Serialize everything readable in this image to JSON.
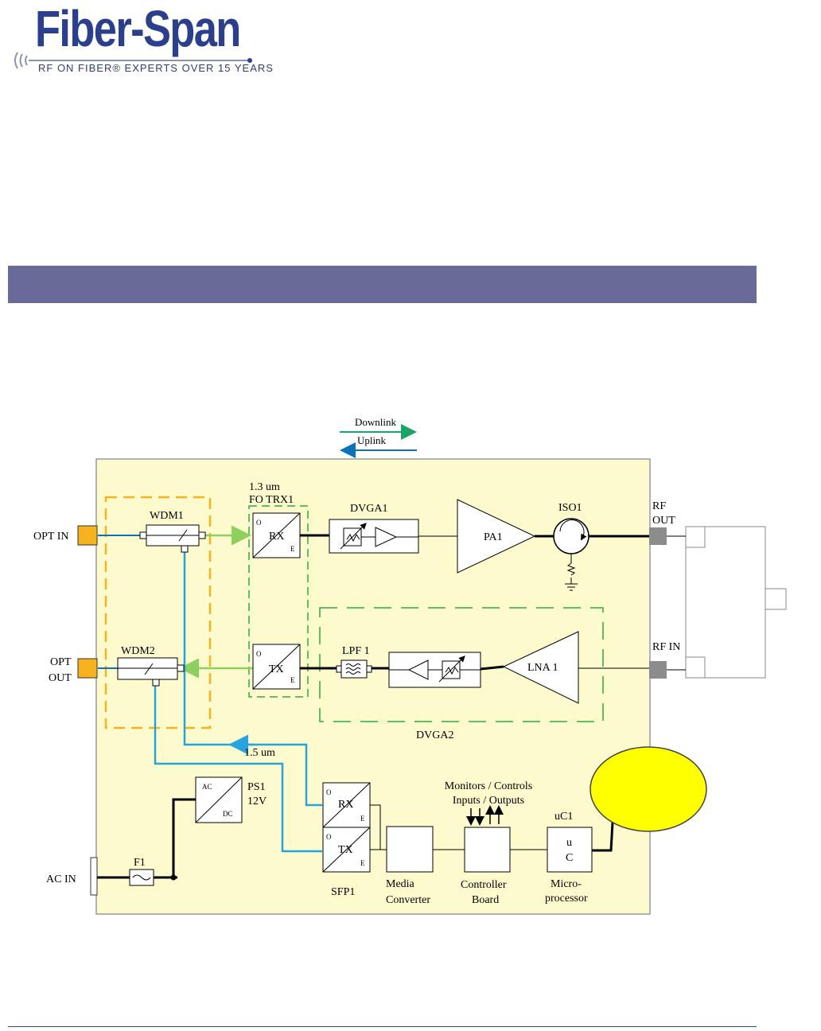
{
  "logo": {
    "title": "Fiber-Span",
    "tagline": "RF ON FIBER® EXPERTS OVER 15 YEARS"
  },
  "legend": {
    "downlink": "Downlink",
    "uplink": "Uplink"
  },
  "ports": {
    "opt_in": "OPT IN",
    "opt_out_line1": "OPT",
    "opt_out_line2": "OUT",
    "ac_in": "AC IN",
    "rf_out_line1": "RF",
    "rf_out_line2": "OUT",
    "rf_in": "RF IN"
  },
  "blocks": {
    "wdm1": "WDM1",
    "wdm2": "WDM2",
    "fo_trx_line1": "1.3 um",
    "fo_trx_line2": "FO TRX1",
    "rx": "RX",
    "tx": "TX",
    "o": "O",
    "e": "E",
    "dvga1": "DVGA1",
    "pa1": "PA1",
    "iso1": "ISO1",
    "lpf1": "LPF 1",
    "lna1": "LNA 1",
    "dvga2": "DVGA2",
    "wavelength_15": "1.5 um",
    "ps1_line1": "PS1",
    "ps1_line2": "12V",
    "ac": "AC",
    "dc": "DC",
    "f1": "F1",
    "sfp1": "SFP1",
    "media_line1": "Media",
    "media_line2": "Converter",
    "controller_line1": "Controller",
    "controller_line2": "Board",
    "monitors_line1": "Monitors / Controls",
    "monitors_line2": "Inputs / Outputs",
    "uc1": "uC1",
    "uc_u": "u",
    "uc_c": "C",
    "micro_line1": "Micro-",
    "micro_line2": "processor"
  },
  "colors": {
    "panel": "#fdfbcd",
    "wdm_group": "#f6b21f",
    "trx_group": "#2ea84a",
    "downlink": "#1aa564",
    "uplink": "#0b72b8",
    "green_fiber": "#8ecf5e",
    "blue_fiber": "#27a3dd",
    "connector": "#f6b21f",
    "rf_port": "#8c8c8c",
    "ellipse": "#ffff00",
    "band": "#696a98"
  }
}
